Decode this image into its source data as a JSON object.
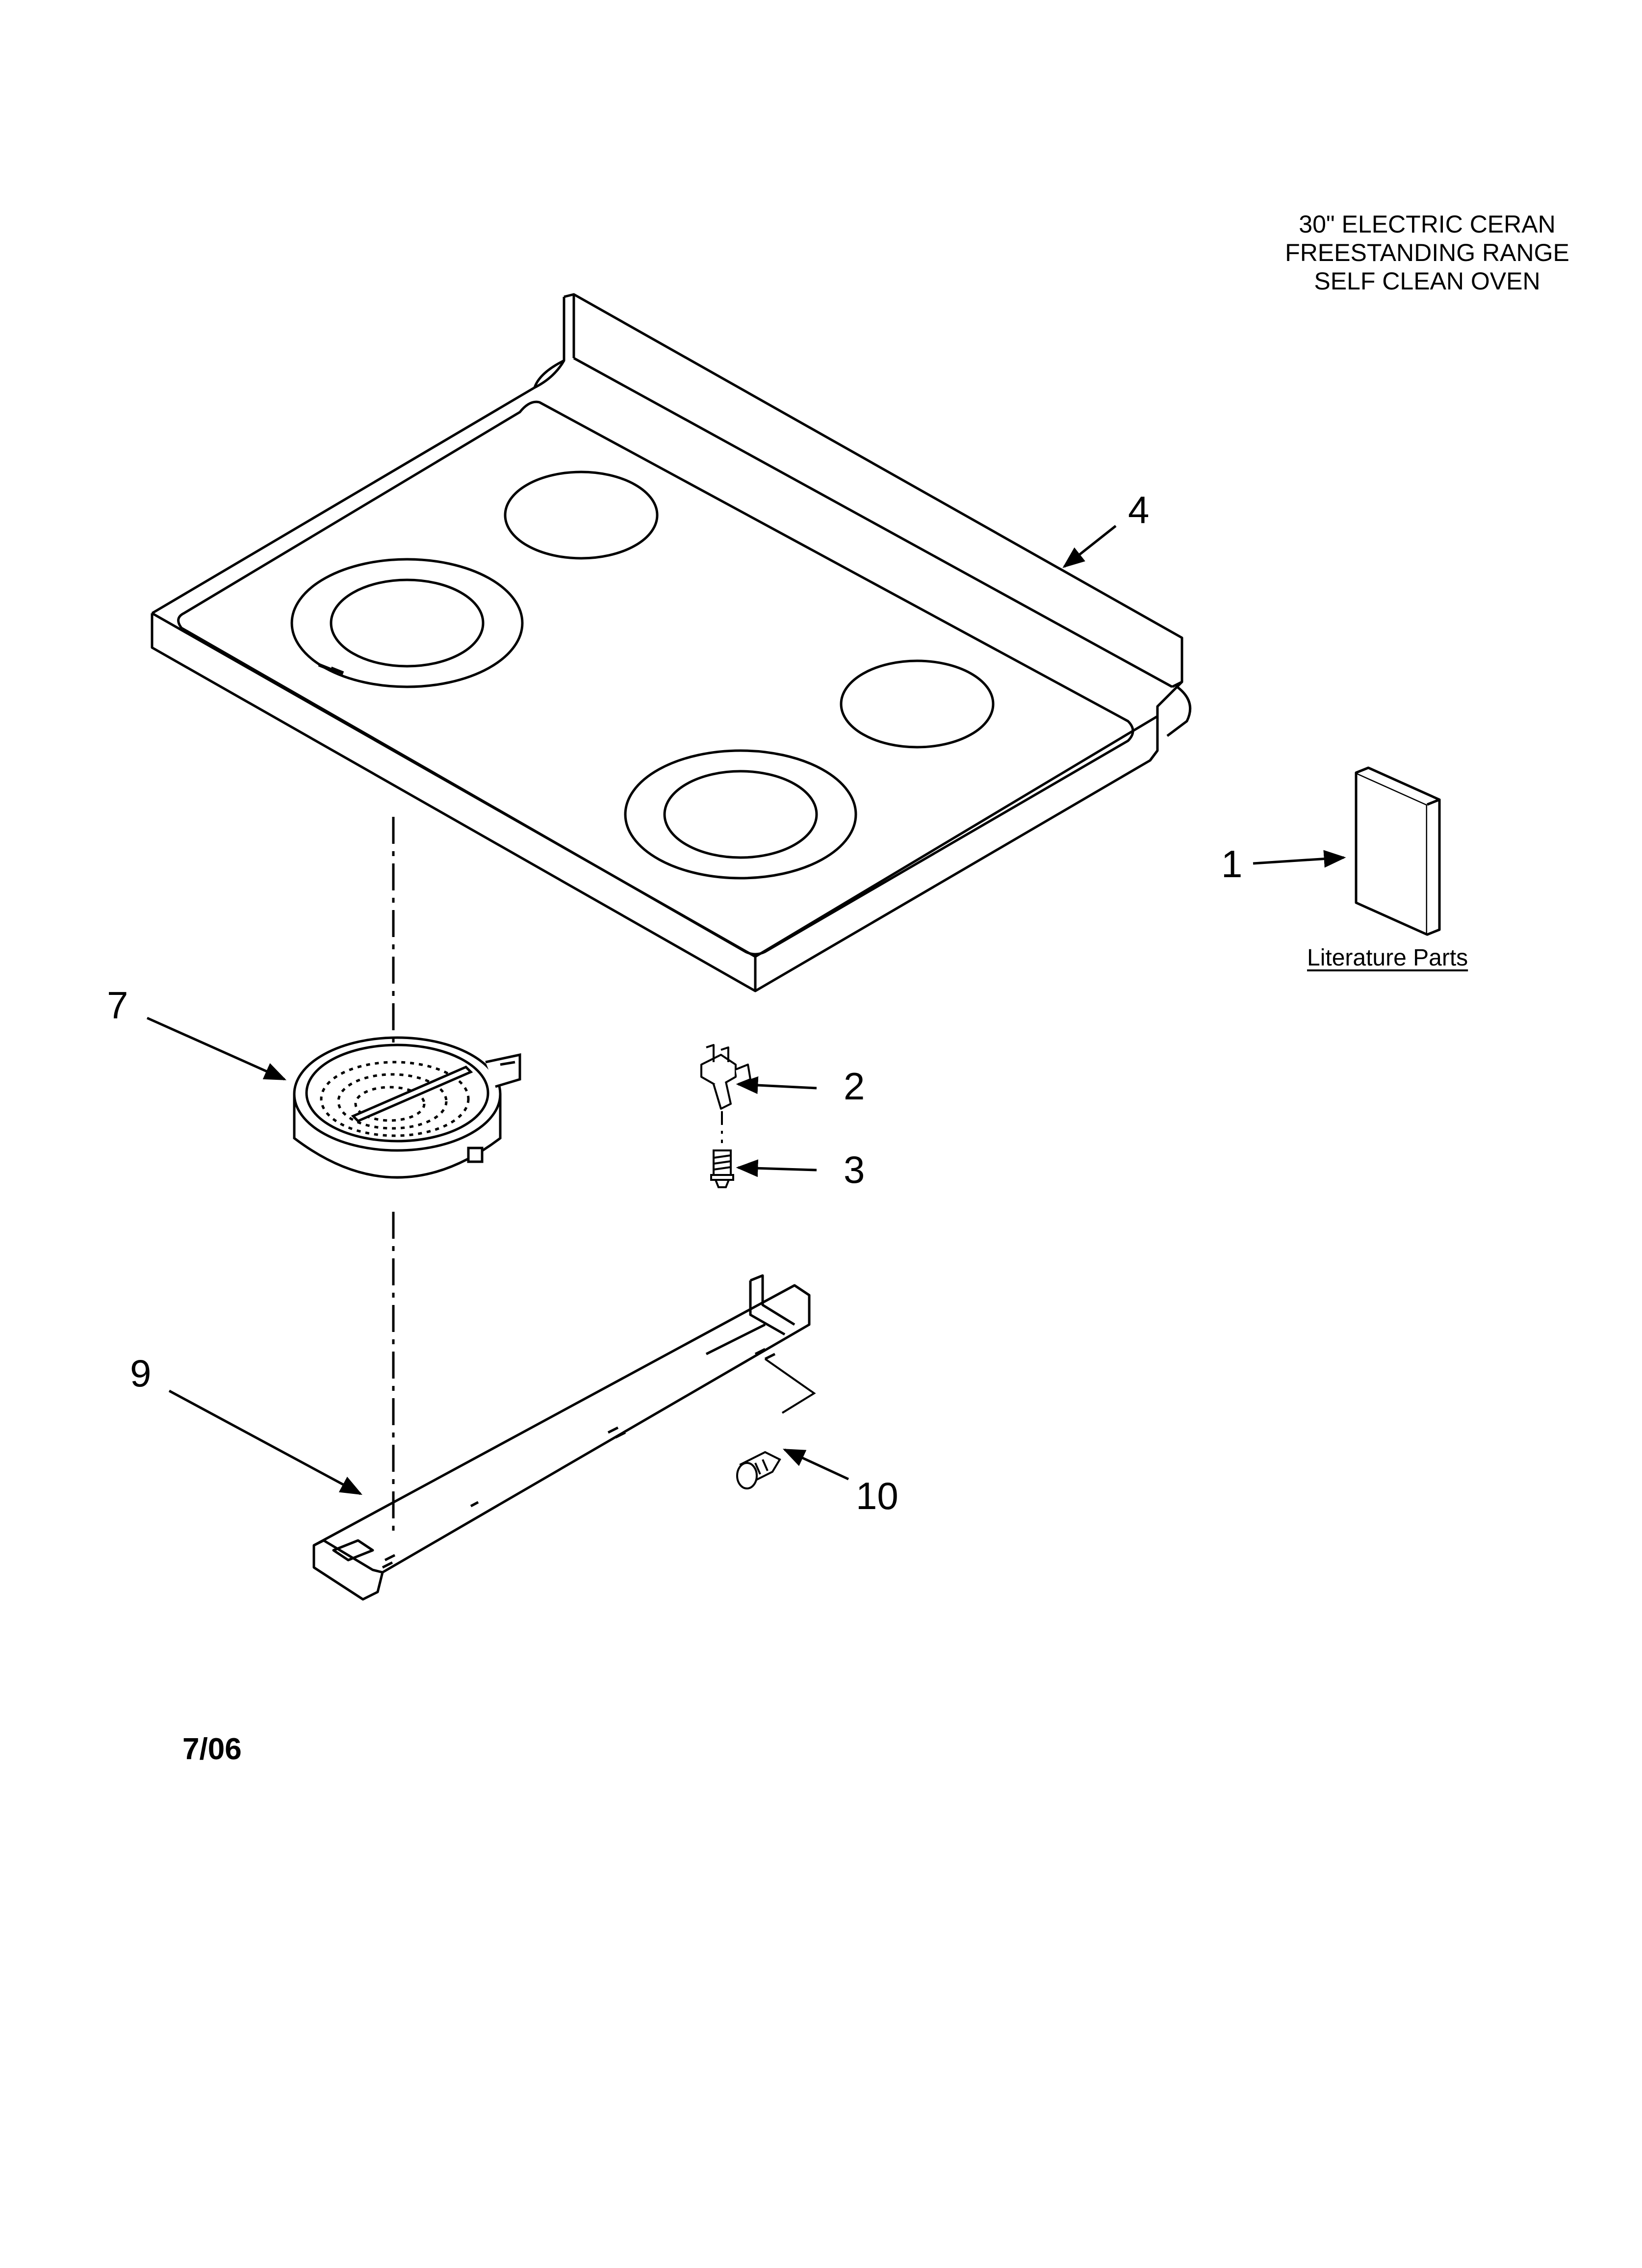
{
  "title": {
    "line1": "30\" ELECTRIC CERAN",
    "line2": "FREESTANDING RANGE",
    "line3": "SELF CLEAN OVEN"
  },
  "callouts": {
    "part_1": "1",
    "part_2": "2",
    "part_3": "3",
    "part_4": "4",
    "part_7": "7",
    "part_9": "9",
    "part_10": "10"
  },
  "literature_label": "Literature Parts",
  "date_code": "7/06"
}
